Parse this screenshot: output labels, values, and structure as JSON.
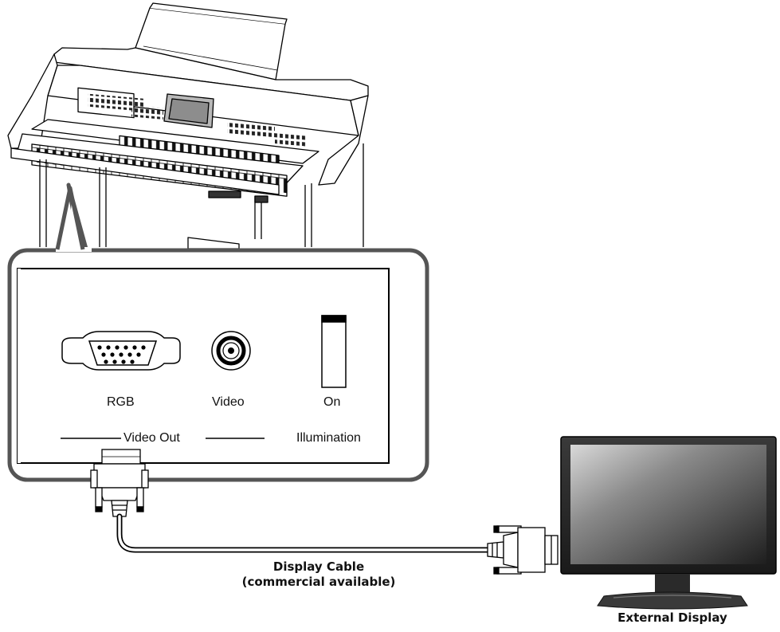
{
  "panel": {
    "rgb_label": "RGB",
    "video_label": "Video",
    "on_label": "On",
    "video_out_label": "Video Out",
    "illumination_label": "Illumination"
  },
  "cable": {
    "line1": "Display Cable",
    "line2": "(commercial available)"
  },
  "display": {
    "label": "External Display"
  },
  "colors": {
    "outline": "#000000",
    "panel_border": "#555555",
    "screen_dark": "#2a2a2a"
  }
}
